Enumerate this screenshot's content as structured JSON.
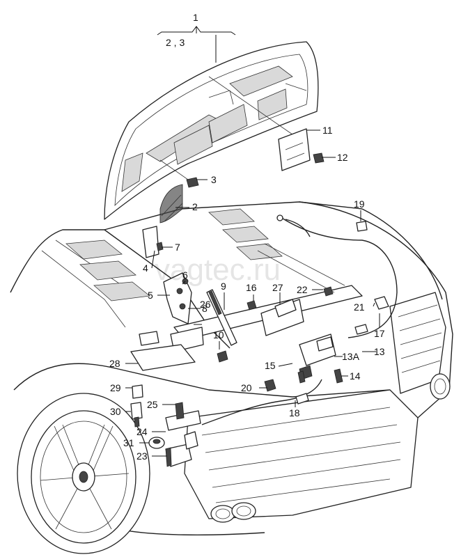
{
  "watermark": "vagtec.ru",
  "labels": {
    "l1": "1",
    "l2_3_top": "2 , 3",
    "l2": "2",
    "l3": "3",
    "l4": "4",
    "l5": "5",
    "l6": "6",
    "l7": "7",
    "l8": "8",
    "l9": "9",
    "l10": "10",
    "l11": "11",
    "l12": "12",
    "l13": "13",
    "l13a": "13A",
    "l14": "14",
    "l15": "15",
    "l16": "16",
    "l17": "17",
    "l18": "18",
    "l19": "19",
    "l20": "20",
    "l21": "21",
    "l22": "22",
    "l23": "23",
    "l24": "24",
    "l25": "25",
    "l26": "26",
    "l27": "27",
    "l28": "28",
    "l29": "29",
    "l30": "30",
    "l31": "31"
  }
}
